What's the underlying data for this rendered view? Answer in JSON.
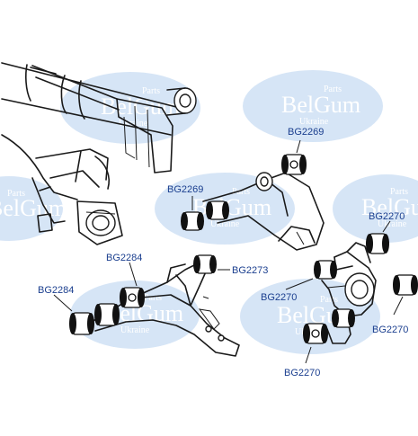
{
  "watermark": {
    "brand": "BelGum",
    "parts": "Parts",
    "country": "Ukraine",
    "color": "#cfe0f5"
  },
  "labels": {
    "bg2269_top": "BG2269",
    "bg2269_left": "BG2269",
    "bg2284_upper": "BG2284",
    "bg2284_left": "BG2284",
    "bg2273": "BG2273",
    "bg2270_right_top": "BG2270",
    "bg2270_center": "BG2270",
    "bg2270_right": "BG2270",
    "bg2270_bottom": "BG2270"
  },
  "colors": {
    "label_text": "#1b3f8f",
    "line_art": "#1a1a1a"
  }
}
